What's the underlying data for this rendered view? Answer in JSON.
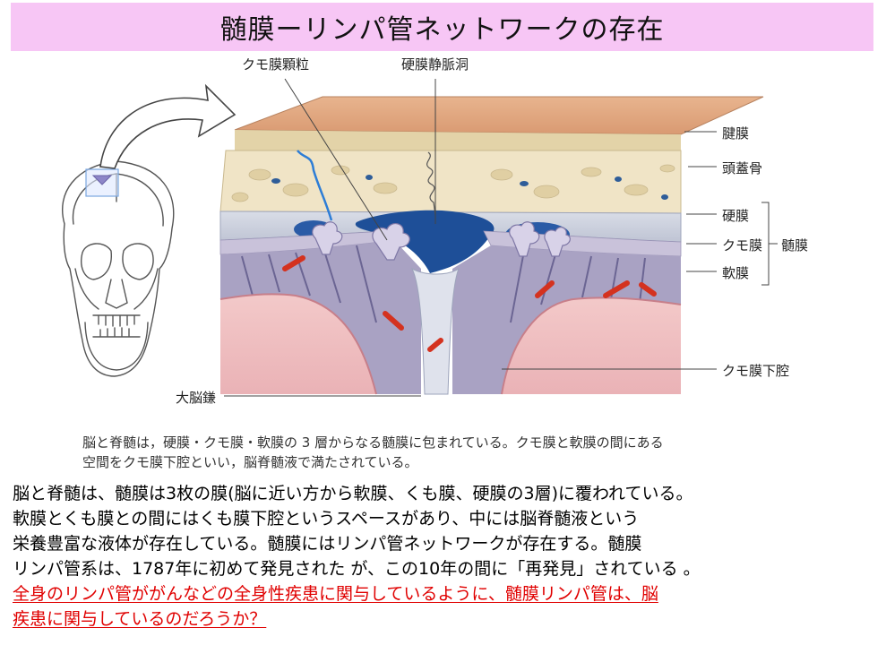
{
  "title": "髄膜ーリンパ管ネットワークの存在",
  "labels": {
    "arachnoid_granulation": "クモ膜顆粒",
    "dural_sinus": "硬膜静脈洞",
    "periosteum": "腱膜",
    "skull": "頭蓋骨",
    "dura": "硬膜",
    "arachnoid": "クモ膜",
    "meninges": "髄膜",
    "pia": "軟膜",
    "subarachnoid": "クモ膜下腔",
    "falx": "大脳鎌"
  },
  "caption": [
    "脳と脊髄は，硬膜・クモ膜・軟膜の 3 層からなる髄膜に包まれている。クモ膜と軟膜の間にある",
    "空間をクモ膜下腔といい，脳脊髄液で満たされている。"
  ],
  "body": [
    "脳と脊髄は、髄膜は3枚の膜(脳に近い方から軟膜、くも膜、硬膜の3層)に覆われている。",
    "軟膜とくも膜との間にはくも膜下腔というスペースがあり、中には脳脊髄液という",
    "栄養豊富な液体が存在している。髄膜にはリンパ管ネットワークが存在する。髄膜",
    "リンパ管系は、1787年に初めて発見された が、この10年の間に「再発見」されている 。"
  ],
  "question": [
    "全身のリンパ管ががんなどの全身性疾患に関与しているように、髄膜リンパ管は、脳",
    "疾患に関与しているのだろうか？"
  ],
  "colors": {
    "title_bg": "#f7c6f5",
    "question_text": "#e00000"
  }
}
